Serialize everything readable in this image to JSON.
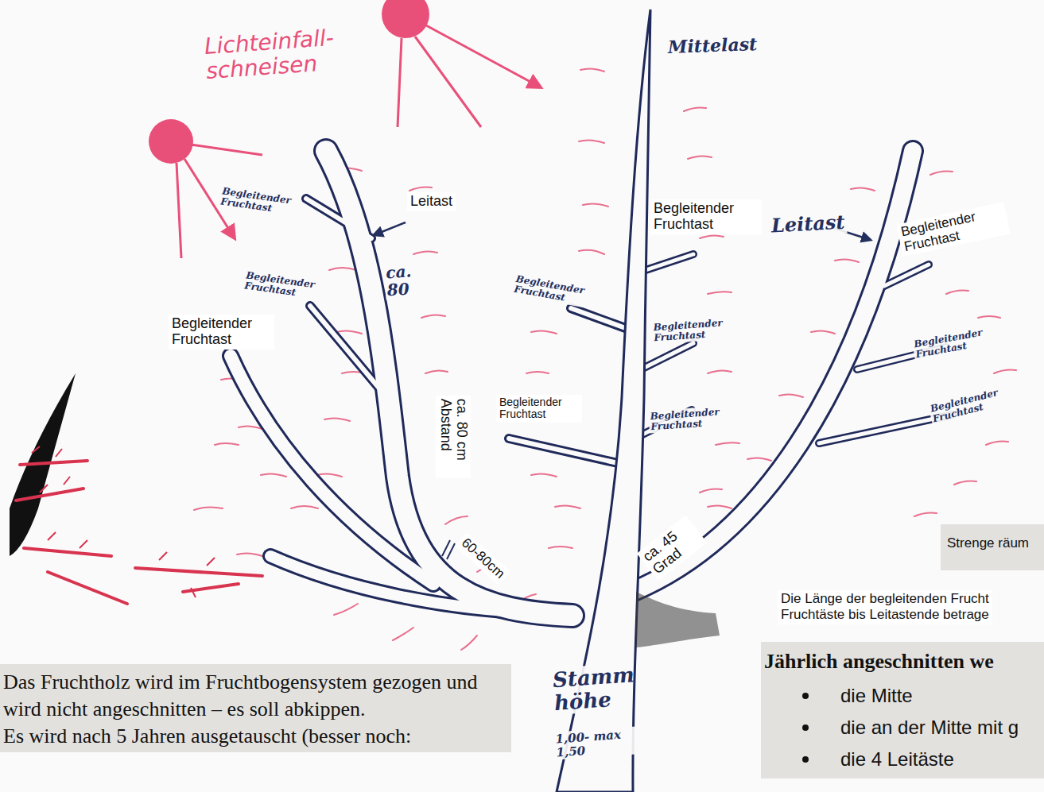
{
  "diagram": {
    "nodes": [
      {
        "text": [
          "Strenge räum"
        ]
      },
      {
        "text": [
          "Jährlich angeschnitten we",
          "die Mitte",
          "die an der Mitte mit g",
          "die 4 Leitäste"
        ]
      },
      {
        "text": [
          "Das Fruchtholz wird im Fruchtbogensystem gezogen und wird nicht angeschnitten – es soll abkippen.",
          "Es wird nach 5 Jahren ausgetauscht (besser noch:"
        ]
      }
    ],
    "labels": [
      "Lichteinfall- schneisen",
      "Mittelast",
      "Begleitender Fruchtast",
      "Leitast",
      "ca. 80",
      "Begleitender Fruchtast",
      "Begleitender Fruchtast",
      "Begleitender Fruchtast",
      "Begleitender Fruchtast",
      "Leitast",
      "Begleitender Fruchtast",
      "Begleitender Fruchtast",
      "Begleitender Fruchtast",
      "Begleitender Fruchtast",
      "Begleitender Fruchtast",
      "Begleitender Fruchtast",
      "ca. 80 cm Abstand",
      "60-80cm",
      "ca. 45 Grad",
      "Stamm höhe",
      "1,00- max 1,50",
      "Die Länge der begleitenden Frucht",
      "Fruchtäste bis Leitastende betrage"
    ]
  }
}
